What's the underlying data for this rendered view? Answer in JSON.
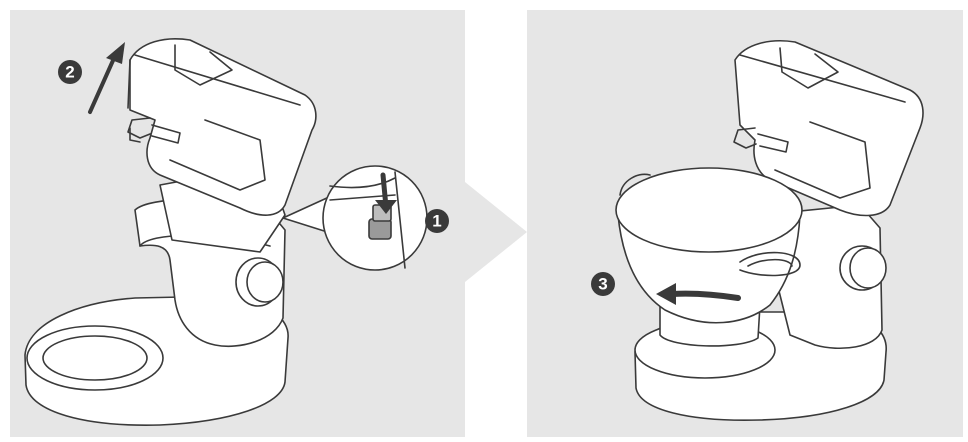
{
  "steps": [
    {
      "label": "1",
      "description": ""
    },
    {
      "label": "2",
      "description": ""
    },
    {
      "label": "3",
      "description": ""
    }
  ],
  "colors": {
    "panel_bg": "#e6e6e6",
    "outline": "#3a3a3a",
    "marker_fill": "#3a3a3a",
    "white": "#ffffff",
    "shadow": "#d0d0d0"
  },
  "icons": {
    "arrow_up": "up-right-arrow-icon",
    "arrow_down": "down-arrow-icon",
    "arrow_curved": "curved-arrow-icon",
    "transition": "chevron-right-icon"
  }
}
